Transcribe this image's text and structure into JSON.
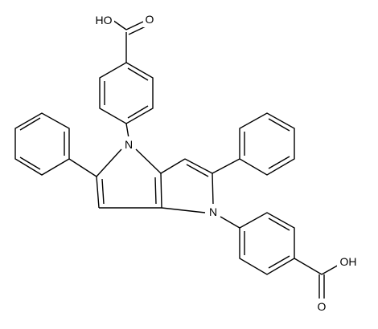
{
  "molecule": {
    "atoms": {
      "oh_top": "HO",
      "o_top": "O",
      "n_top": "N",
      "n_bottom": "N",
      "oh_bottom": "OH",
      "o_bottom": "O"
    },
    "colors": {
      "bond": "#000000",
      "label": "#000000",
      "background": "#ffffff"
    }
  }
}
